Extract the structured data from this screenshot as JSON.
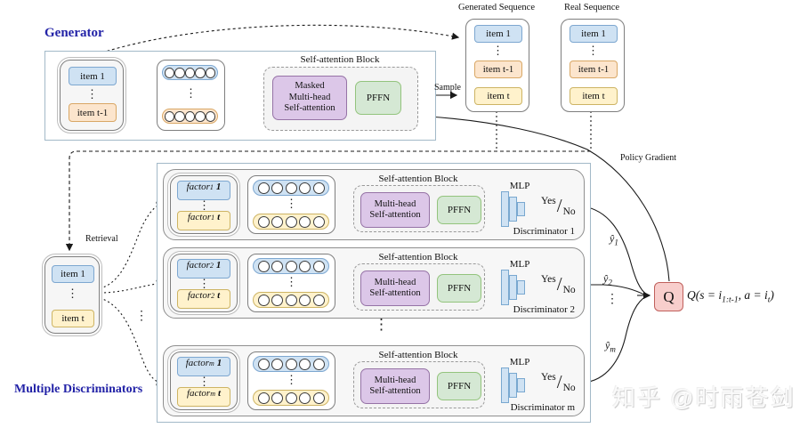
{
  "shared": {
    "ellipsis": "⋮"
  },
  "colors": {
    "item_blue": "#cfe2f3",
    "item_orange": "#fce5cd",
    "item_yellow": "#fff2cc",
    "attention_purple": "#dcc7e8",
    "pffn_green": "#d5e8d4",
    "q_pink": "#f8cecc",
    "section_label_navy": "#2323a7",
    "container_border_blue": "#a2b9c8"
  },
  "generator": {
    "label": "Generator",
    "input_items": {
      "first": "item 1",
      "last": "item t-1"
    },
    "sa_block": {
      "title": "Self-attention Block",
      "attention": "Masked\nMulti-head\nSelf-attention",
      "pffn": "PFFN"
    }
  },
  "connector_labels": {
    "sample": "Sample",
    "retrieval": "Retrieval",
    "policy_gradient": "Policy Gradient"
  },
  "generated_sequence": {
    "title": "Generated Sequence",
    "first": "item 1",
    "middle": "item t-1",
    "last": "item t"
  },
  "real_sequence": {
    "title": "Real Sequence",
    "first": "item 1",
    "middle": "item t-1",
    "last": "item t"
  },
  "retrieval_input": {
    "first": "item 1",
    "last": "item t"
  },
  "discriminators": {
    "label": "Multiple Discriminators",
    "rows": [
      {
        "factor_base": "factor",
        "factor_sub": "1",
        "first_index": "1",
        "last_index": "t",
        "sa_title": "Self-attention Block",
        "attention": "Multi-head\nSelf-attention",
        "pffn": "PFFN",
        "mlp_label": "MLP",
        "yes": "Yes",
        "no": "No",
        "name": "Discriminator 1",
        "output_base": "ŷ",
        "output_sub": "1"
      },
      {
        "factor_base": "factor",
        "factor_sub": "2",
        "first_index": "1",
        "last_index": "t",
        "sa_title": "Self-attention Block",
        "attention": "Multi-head\nSelf-attention",
        "pffn": "PFFN",
        "mlp_label": "MLP",
        "yes": "Yes",
        "no": "No",
        "name": "Discriminator 2",
        "output_base": "ŷ",
        "output_sub": "2"
      },
      {
        "factor_base": "factor",
        "factor_sub": "m",
        "first_index": "1",
        "last_index": "t",
        "sa_title": "Self-attention Block",
        "attention": "Multi-head\nSelf-attention",
        "pffn": "PFFN",
        "mlp_label": "MLP",
        "yes": "Yes",
        "no": "No",
        "name": "Discriminator m",
        "output_base": "ŷ",
        "output_sub": "m"
      }
    ]
  },
  "q_module": {
    "label": "Q",
    "formula": {
      "pre": "Q(s = i",
      "sub1": "1:t-1",
      "mid": ", a = i",
      "sub2": "t",
      "post": ")"
    }
  },
  "watermark": "知乎 @时雨苍剑"
}
